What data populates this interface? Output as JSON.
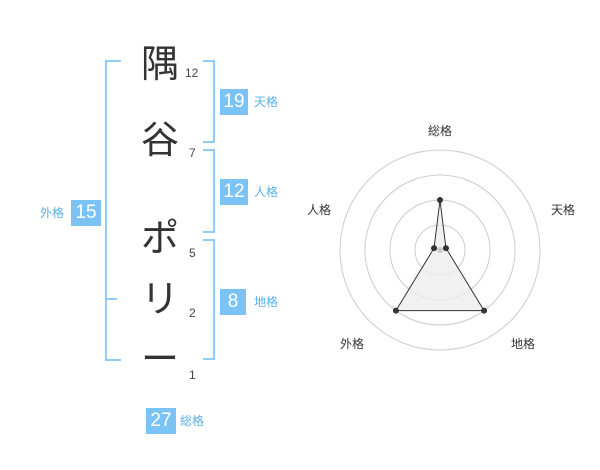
{
  "name": {
    "chars": [
      {
        "char": "隅",
        "strokes": "12"
      },
      {
        "char": "谷",
        "strokes": "7"
      },
      {
        "char": "ポ",
        "strokes": "5"
      },
      {
        "char": "リ",
        "strokes": "2"
      },
      {
        "char": "ー",
        "strokes": "1"
      }
    ]
  },
  "kaku": {
    "tenkaku": {
      "value": "19",
      "label": "天格"
    },
    "jinkaku": {
      "value": "12",
      "label": "人格"
    },
    "chikaku": {
      "value": "8",
      "label": "地格"
    },
    "gaikaku": {
      "value": "15",
      "label": "外格"
    },
    "soukaku": {
      "value": "27",
      "label": "総格"
    }
  },
  "chart_data": {
    "type": "radar",
    "axes": [
      "総格",
      "天格",
      "地格",
      "外格",
      "人格"
    ],
    "rings": 4,
    "values": [
      2,
      0.25,
      3,
      3,
      0.25
    ],
    "max": 4,
    "colors": {
      "ring": "#cccccc",
      "fill": "#eeeeee",
      "line": "#333333",
      "point": "#333333"
    }
  }
}
